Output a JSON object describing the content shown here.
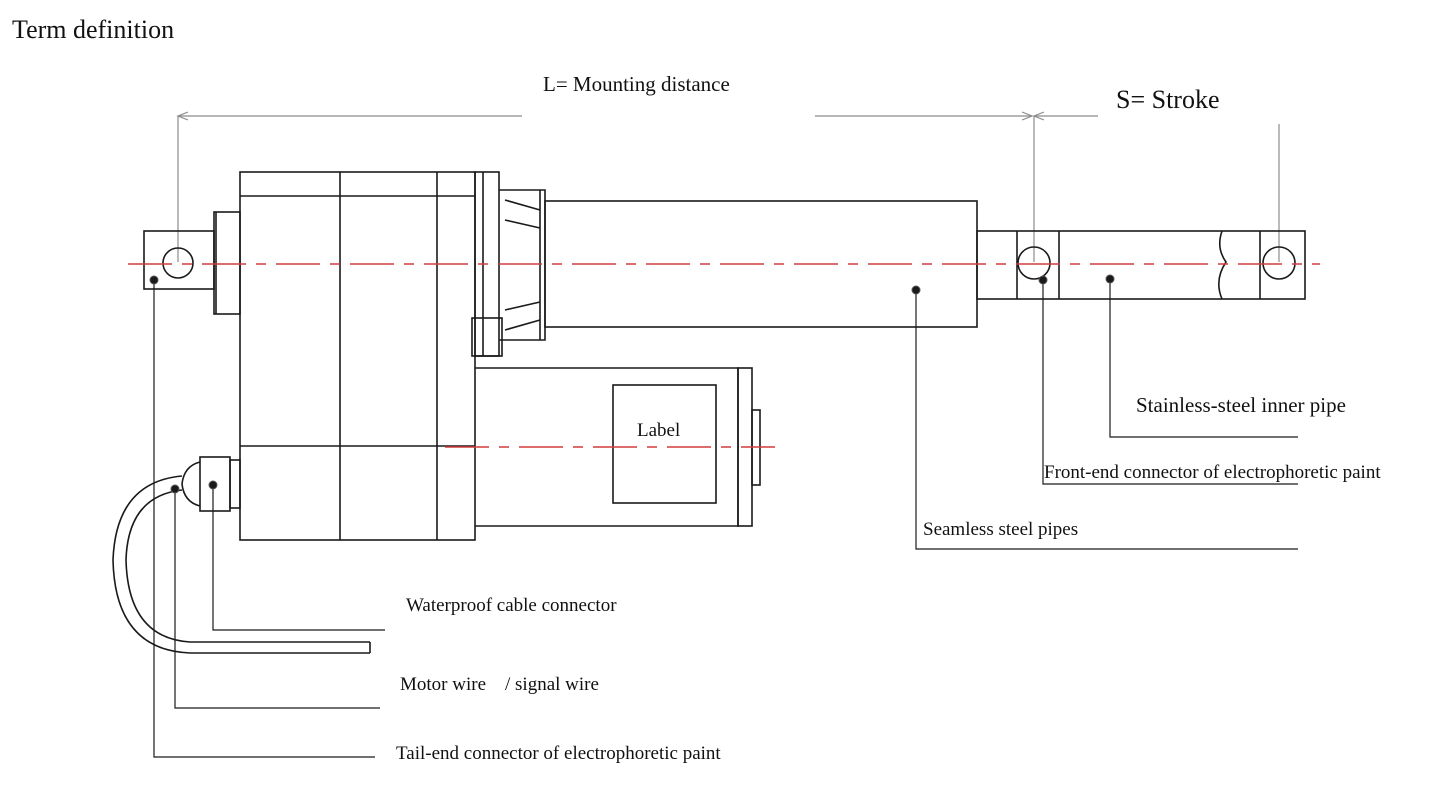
{
  "title": "Term definition",
  "dimensions": {
    "mounting_distance": "L= Mounting distance",
    "stroke": "S= Stroke"
  },
  "labels": {
    "stainless_inner_pipe": "Stainless-steel inner pipe",
    "front_end_connector": "Front-end connector of electrophoretic paint",
    "seamless_steel_pipes": "Seamless steel pipes",
    "motor_label": "Label",
    "waterproof_cable_connector": "Waterproof cable connector",
    "motor_signal_wire": "Motor wire    / signal wire",
    "tail_end_connector": "Tail-end connector of electrophoretic paint"
  },
  "colors": {
    "line": "#1a1a1a",
    "centerline": "#d23c3c",
    "dimension": "#8c8c8c"
  }
}
